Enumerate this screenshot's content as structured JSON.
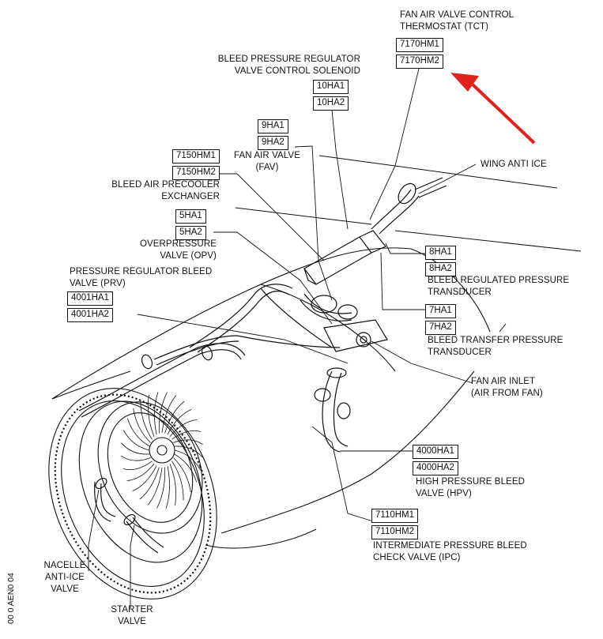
{
  "arrow_color": "#e0211c",
  "figure_code": "00 0 AEN0 04",
  "labels": {
    "tct": [
      "FAN AIR VALVE CONTROL",
      "THERMOSTAT (TCT)"
    ],
    "bprv_solenoid": [
      "BLEED PRESSURE REGULATOR",
      "VALVE CONTROL SOLENOID"
    ],
    "fav": [
      "FAN AIR VALVE",
      "(FAV)"
    ],
    "precooler": [
      "BLEED AIR PRECOOLER",
      "EXCHANGER"
    ],
    "opv": [
      "OVERPRESSURE",
      "VALVE (OPV)"
    ],
    "prv": [
      "PRESSURE REGULATOR BLEED",
      "VALVE (PRV)"
    ],
    "wing_anti_ice": [
      "WING ANTI ICE"
    ],
    "brpt": [
      "BLEED REGULATED PRESSURE",
      "TRANSDUCER"
    ],
    "btpt": [
      "BLEED TRANSFER PRESSURE",
      "TRANSDUCER"
    ],
    "fan_air_inlet": [
      "FAN AIR INLET",
      "(AIR FROM FAN)"
    ],
    "hpv": [
      "HIGH PRESSURE BLEED",
      "VALVE (HPV)"
    ],
    "ipc": [
      "INTERMEDIATE PRESSURE BLEED",
      "CHECK VALVE (IPC)"
    ],
    "nacelle": [
      "NACELLE",
      "ANTI-ICE",
      "VALVE"
    ],
    "starter": [
      "STARTER",
      "VALVE"
    ]
  },
  "boxes": {
    "tct": [
      "7170HM1",
      "7170HM2"
    ],
    "bprv_solenoid": [
      "10HA1",
      "10HA2"
    ],
    "fav": [
      "9HA1",
      "9HA2"
    ],
    "precooler": [
      "7150HM1",
      "7150HM2"
    ],
    "opv": [
      "5HA1",
      "5HA2"
    ],
    "prv": [
      "4001HA1",
      "4001HA2"
    ],
    "brpt": [
      "8HA1",
      "8HA2"
    ],
    "btpt": [
      "7HA1",
      "7HA2"
    ],
    "hpv": [
      "4000HA1",
      "4000HA2"
    ],
    "ipc": [
      "7110HM1",
      "7110HM2"
    ]
  }
}
